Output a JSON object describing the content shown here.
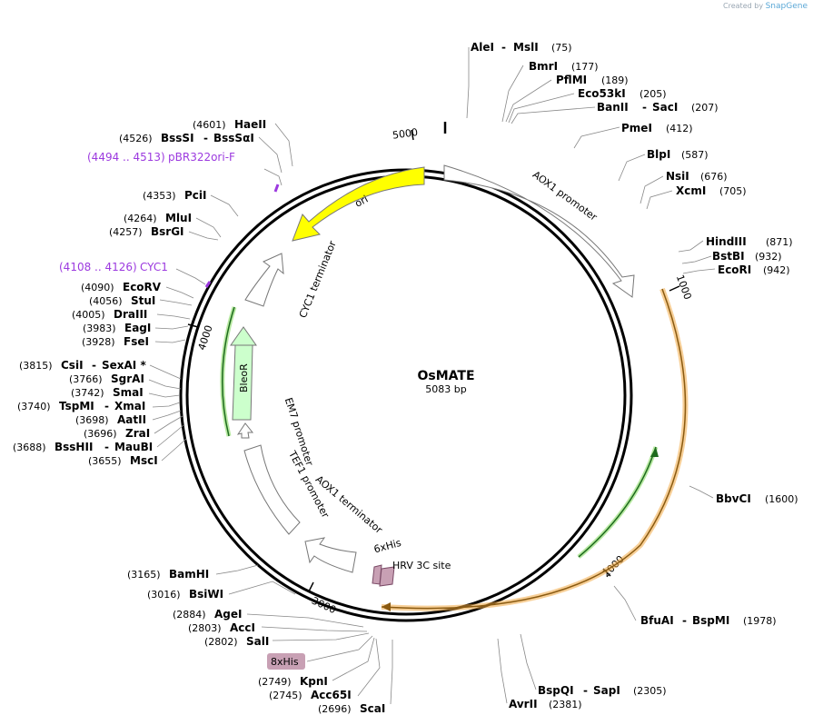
{
  "credit": {
    "prefix": "Created by",
    "brand": "SnapGene"
  },
  "plasmid": {
    "name": "OsMATE",
    "size_label": "5083 bp",
    "length": 5083
  },
  "ticks": [
    "1000",
    "2000",
    "3000",
    "4000",
    "5000"
  ],
  "enzymes_right": [
    {
      "name": "AleI",
      "name2": "MslI",
      "pos": "(75)"
    },
    {
      "name": "BmrI",
      "pos": "(177)"
    },
    {
      "name": "PflMI",
      "pos": "(189)"
    },
    {
      "name": "Eco53kI",
      "pos": "(205)"
    },
    {
      "name": "BanII",
      "name2": "SacI",
      "pos": "(207)"
    },
    {
      "name": "PmeI",
      "pos": "(412)"
    },
    {
      "name": "BlpI",
      "pos": "(587)"
    },
    {
      "name": "NsiI",
      "pos": "(676)"
    },
    {
      "name": "XcmI",
      "pos": "(705)"
    },
    {
      "name": "HindIII",
      "pos": "(871)"
    },
    {
      "name": "BstBI",
      "pos": "(932)"
    },
    {
      "name": "EcoRI",
      "pos": "(942)"
    },
    {
      "name": "BbvCI",
      "pos": "(1600)"
    },
    {
      "name": "BfuAI",
      "name2": "BspMI",
      "pos": "(1978)"
    },
    {
      "name": "BspQI",
      "name2": "SapI",
      "pos": "(2305)"
    },
    {
      "name": "AvrII",
      "pos": "(2381)"
    }
  ],
  "enzymes_left": [
    {
      "name": "HaeII",
      "pos": "(4601)"
    },
    {
      "name": "BssSI",
      "name2": "BssSαI",
      "pos": "(4526)"
    },
    {
      "name": "PciI",
      "pos": "(4353)"
    },
    {
      "name": "MluI",
      "pos": "(4264)"
    },
    {
      "name": "BsrGI",
      "pos": "(4257)"
    },
    {
      "name": "EcoRV",
      "pos": "(4090)"
    },
    {
      "name": "StuI",
      "pos": "(4056)"
    },
    {
      "name": "DraIII",
      "pos": "(4005)"
    },
    {
      "name": "EagI",
      "pos": "(3983)"
    },
    {
      "name": "FseI",
      "pos": "(3928)"
    },
    {
      "name": "CsiI",
      "name2": "SexAI *",
      "pos": "(3815)"
    },
    {
      "name": "SgrAI",
      "pos": "(3766)"
    },
    {
      "name": "SmaI",
      "pos": "(3742)"
    },
    {
      "name": "TspMI",
      "name2": "XmaI",
      "pos": "(3740)"
    },
    {
      "name": "AatII",
      "pos": "(3698)"
    },
    {
      "name": "ZraI",
      "pos": "(3696)"
    },
    {
      "name": "BssHII",
      "name2": "MauBI",
      "pos": "(3688)"
    },
    {
      "name": "MscI",
      "pos": "(3655)"
    },
    {
      "name": "BamHI",
      "pos": "(3165)"
    },
    {
      "name": "BsiWI",
      "pos": "(3016)"
    },
    {
      "name": "AgeI",
      "pos": "(2884)"
    },
    {
      "name": "AccI",
      "pos": "(2803)"
    },
    {
      "name": "SalI",
      "pos": "(2802)"
    },
    {
      "name": "KpnI",
      "pos": "(2749)"
    },
    {
      "name": "Acc65I",
      "pos": "(2745)"
    },
    {
      "name": "ScaI",
      "pos": "(2696)"
    }
  ],
  "primers": [
    {
      "range": "(4494 .. 4513)",
      "name": "pBR322ori-F"
    },
    {
      "range": "(4108 .. 4126)",
      "name": "CYC1"
    }
  ],
  "features": {
    "ori": "ori",
    "aox1_promoter": "AOX1 promoter",
    "cyc1_terminator": "CYC1 terminator",
    "bleor": "BleoR",
    "em7_promoter": "EM7 promoter",
    "tef1_promoter": "TEF1 promoter",
    "aox1_terminator": "AOX1 terminator",
    "his6": "6xHis",
    "hrv": "HRV 3C site",
    "his8": "8xHis"
  },
  "colors": {
    "ori": "#ffff00",
    "bleor": "#ccffcc",
    "orf_orange": "#f0a742",
    "orf_green": "#2f9d2f",
    "tag": "#c8a0b4",
    "primer": "#9c3adf"
  }
}
